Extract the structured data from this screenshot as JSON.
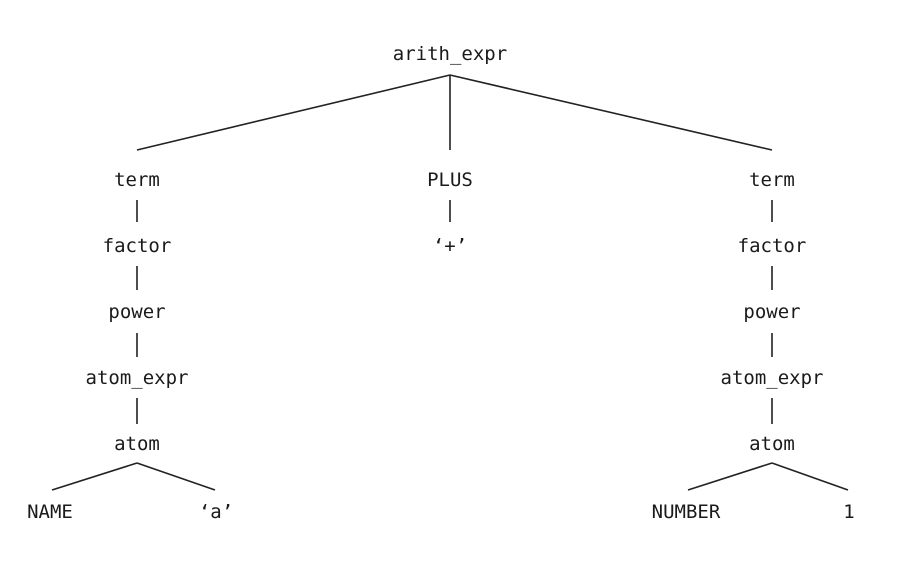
{
  "diagram": {
    "root": "arith_expr",
    "left_branch": {
      "term": "term",
      "factor": "factor",
      "power": "power",
      "atom_expr": "atom_expr",
      "atom": "atom",
      "leaf_type": "NAME",
      "leaf_value": "‘a’"
    },
    "middle_branch": {
      "op": "PLUS",
      "op_value": "‘+’"
    },
    "right_branch": {
      "term": "term",
      "factor": "factor",
      "power": "power",
      "atom_expr": "atom_expr",
      "atom": "atom",
      "leaf_type": "NUMBER",
      "leaf_value": "1"
    }
  }
}
